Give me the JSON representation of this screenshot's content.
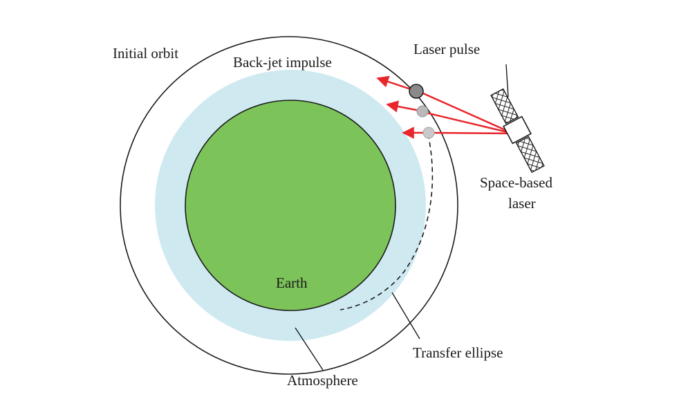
{
  "labels": {
    "initial_orbit": "Initial orbit",
    "back_jet_impulse": "Back-jet impulse",
    "laser_pulse": "Laser pulse",
    "space_based_laser_line1": "Space-based",
    "space_based_laser_line2": "laser",
    "earth": "Earth",
    "transfer_ellipse": "Transfer ellipse",
    "atmosphere": "Atmosphere"
  },
  "colors": {
    "earth": "#7cc45a",
    "atmosphere": "#cfe9f1",
    "laser": "#e8262b",
    "outline": "#1a1a1a"
  }
}
